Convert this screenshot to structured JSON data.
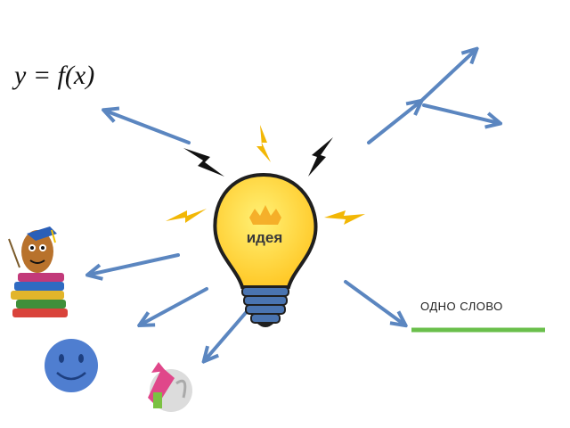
{
  "formula": {
    "text": "y = f(x)"
  },
  "bulb": {
    "label": "идея"
  },
  "word_prompt": {
    "text": "ОДНО  СЛОВО"
  },
  "colors": {
    "arrow": "#5b86c0",
    "arrow_stroke": "#3e6aa8",
    "bulb_fill": "#ffd93b",
    "bulb_outline": "#1f1f1f",
    "bulb_base": "#4a74b0",
    "bolt": "#f2b705",
    "underline": "#6abf4b",
    "smiley": "#4f7ed0"
  },
  "icons": [
    "lightbulb-icon",
    "lightning-bolt-icon",
    "smiley-face-icon",
    "books-character-icon",
    "paint-brush-icon"
  ]
}
